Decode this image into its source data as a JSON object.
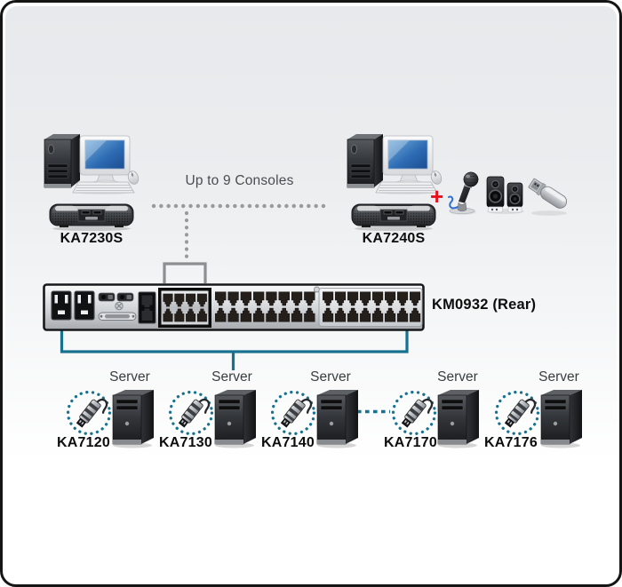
{
  "consoles": {
    "note": "Up to 9 Consoles",
    "left": {
      "model": "KA7230S"
    },
    "right": {
      "model": "KA7240S"
    }
  },
  "peripherals": {
    "plus": "+",
    "items": [
      "microphone",
      "speakers",
      "usb-drive"
    ]
  },
  "kvm_switch": {
    "model": "KM0932 (Rear)"
  },
  "servers": [
    {
      "adapter": "KA7120",
      "host": "Server"
    },
    {
      "adapter": "KA7130",
      "host": "Server"
    },
    {
      "adapter": "KA7140",
      "host": "Server"
    },
    {
      "adapter": "KA7170",
      "host": "Server"
    },
    {
      "adapter": "KA7176",
      "host": "Server"
    }
  ],
  "colors": {
    "accent_teal": "#17718f",
    "bracket_gray": "#8c8f91",
    "dotted_gray": "#9a9a9a",
    "plus_red": "#e8101e",
    "screen_blue": "#2e6cb4"
  }
}
